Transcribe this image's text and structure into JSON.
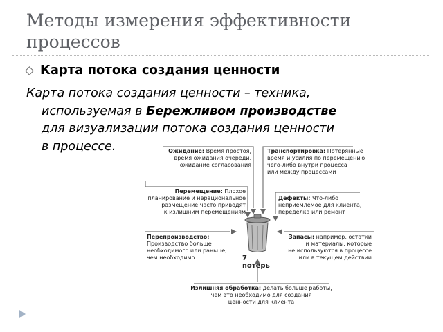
{
  "slide": {
    "title": "Методы измерения эффективности процессов",
    "bullet": "Карта потока создания ценности",
    "body": {
      "line1": "Карта потока создания ценности – техника,",
      "line2_pre": "используемая в ",
      "line2_bold": "Бережливом производстве",
      "line3": "для визуализации потока создания ценности",
      "line4": "в процессе."
    }
  },
  "diagram": {
    "center_label": "7 потерь",
    "waiting": {
      "title": "Ожидание:",
      "rest": " Время простоя,",
      "line2": "время ожидания очереди,",
      "line3": "ожидание согласования"
    },
    "transport": {
      "title": "Транспортировка:",
      "rest": " Потерянные",
      "line2": "время и усилия по перемещению",
      "line3": "чего-либо внутри процесса",
      "line4": "или между процессами"
    },
    "motion": {
      "title": "Перемещение:",
      "rest": " Плохое",
      "line2": "планирование и нерациональное",
      "line3": "размещение часто приводят",
      "line4": "к излишним перемещениям"
    },
    "defects": {
      "title": "Дефекты:",
      "rest": " Что-либо",
      "line2": "неприемлемое для клиента,",
      "line3": "переделка или ремонт"
    },
    "overproduction": {
      "title": "Перепроизводство:",
      "line2": "Производство больше",
      "line3": "необходимого или раньше,",
      "line4": "чем необходимо"
    },
    "inventory": {
      "title": "Запасы:",
      "rest": " например, остатки",
      "line2": "и материалы, которые",
      "line3": "не используются в процессе",
      "line4": "или в текущем действии"
    },
    "overprocessing": {
      "title": "Излишняя обработка:",
      "rest": " делать больше работы,",
      "line2": "чем это необходимо для создания",
      "line3": "ценности для клиента"
    }
  }
}
